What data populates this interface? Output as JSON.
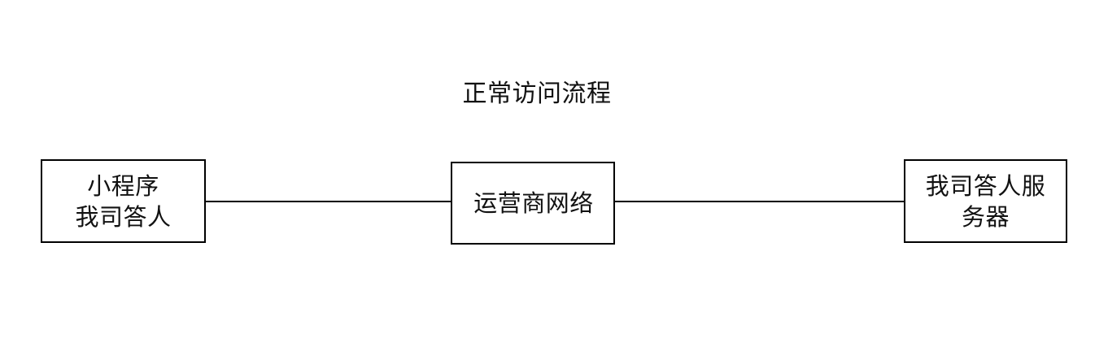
{
  "diagram": {
    "title": "正常访问流程",
    "type": "flow-diagram",
    "background_color": "#ffffff",
    "stroke_color": "#000000",
    "text_color": "#111111",
    "nodes": [
      {
        "id": "client",
        "label": "小程序\n我司答人",
        "lines": [
          "小程序",
          "我司答人"
        ],
        "shape": "rectangle"
      },
      {
        "id": "carrier",
        "label": "运营商网络",
        "lines": [
          "运营商网络"
        ],
        "shape": "rectangle"
      },
      {
        "id": "server",
        "label": "我司答人服务器",
        "lines": [
          "我司答人服",
          "务器"
        ],
        "shape": "rectangle"
      }
    ],
    "edges": [
      {
        "id": "client-carrier",
        "from": "client",
        "to": "carrier",
        "style": "solid-line",
        "arrow": "none"
      },
      {
        "id": "carrier-server",
        "from": "carrier",
        "to": "server",
        "style": "solid-line",
        "arrow": "none"
      }
    ]
  }
}
